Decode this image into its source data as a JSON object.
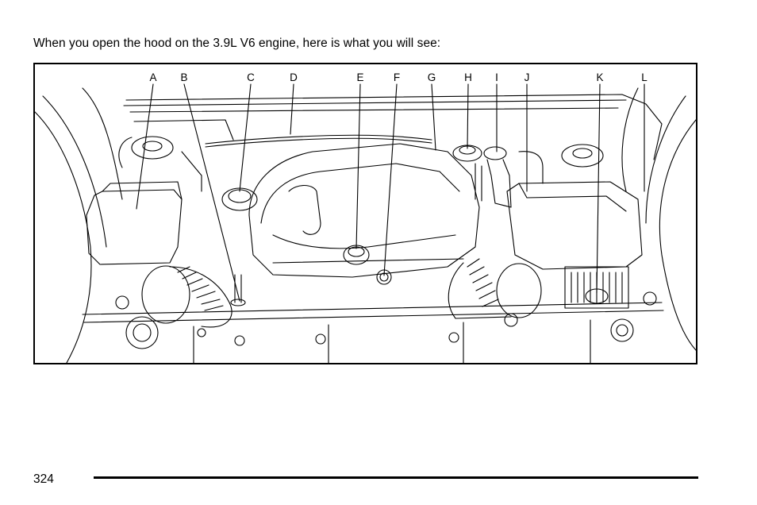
{
  "intro_text": "When you open the hood on the 3.9L V6 engine, here is what you will see:",
  "callouts": [
    "A",
    "B",
    "C",
    "D",
    "E",
    "F",
    "G",
    "H",
    "I",
    "J",
    "K",
    "L"
  ],
  "page_number": "324"
}
